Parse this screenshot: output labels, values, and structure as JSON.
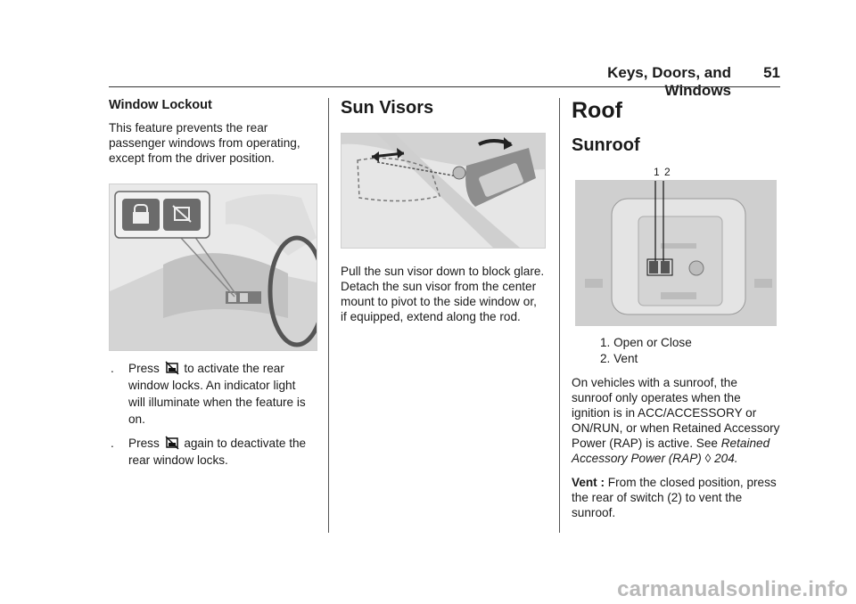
{
  "header": {
    "title": "Keys, Doors, and Windows",
    "page_number": "51"
  },
  "col1": {
    "heading": "Window Lockout",
    "intro": "This feature prevents the rear passenger windows from operating, except from the driver position.",
    "bullets": [
      {
        "before": "Press",
        "after": "to activate the rear window locks. An indicator light will illuminate when the feature is on.",
        "icon": "window-lockout-icon"
      },
      {
        "before": "Press",
        "after": "again to deactivate the rear window locks.",
        "icon": "window-lockout-icon"
      }
    ],
    "bullet_marker": "."
  },
  "col2": {
    "heading": "Sun Visors",
    "text": "Pull the sun visor down to block glare. Detach the sun visor from the center mount to pivot to the side window or, if equipped, extend along the rod."
  },
  "col3": {
    "chapter": "Roof",
    "subheading": "Sunroof",
    "callouts": [
      "1",
      "2"
    ],
    "items": [
      "1. Open or Close",
      "2. Vent"
    ],
    "para1": "On vehicles with a sunroof, the sunroof only operates when the ignition is in ACC/ACCESSORY or ON/RUN, or when Retained Accessory Power (RAP) is active.",
    "see_prefix": "See",
    "see_ref": "Retained Accessory Power (RAP)",
    "see_symbol": "◊",
    "see_page": "204.",
    "vent_label": "Vent :",
    "vent_text": "From the closed position, press the rear of switch (2) to vent the sunroof."
  },
  "footer": {
    "watermark": "carmanualsonline.info"
  }
}
